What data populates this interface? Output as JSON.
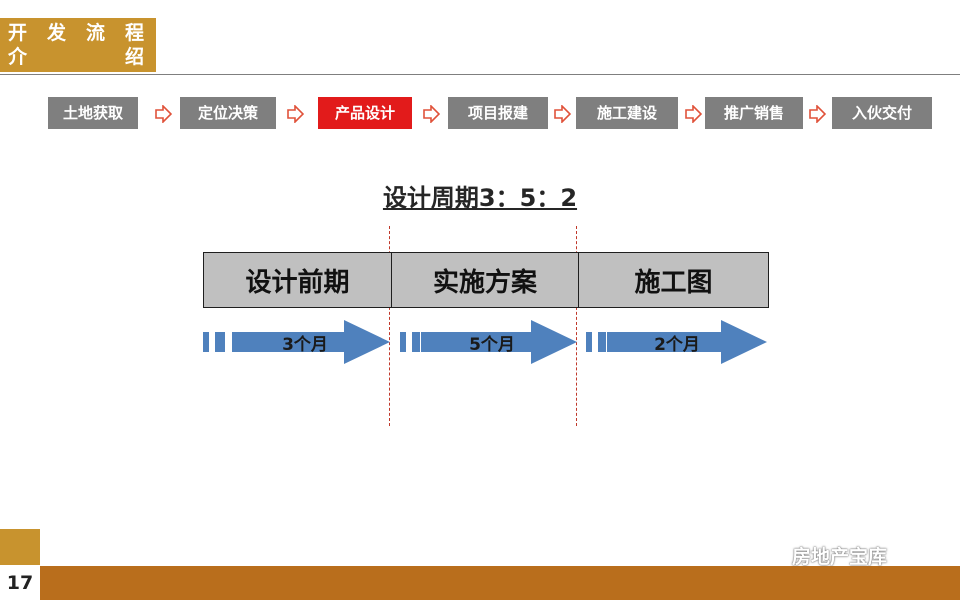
{
  "title": {
    "line1": [
      "开",
      "发",
      "流",
      "程"
    ],
    "line2": [
      "介",
      "绍"
    ]
  },
  "flow": {
    "steps": [
      {
        "label": "土地获取",
        "active": false
      },
      {
        "label": "定位决策",
        "active": false
      },
      {
        "label": "产品设计",
        "active": true
      },
      {
        "label": "项目报建",
        "active": false
      },
      {
        "label": "施工建设",
        "active": false
      },
      {
        "label": "推广销售",
        "active": false
      },
      {
        "label": "入伙交付",
        "active": false
      }
    ]
  },
  "cycle": {
    "title": "设计周期3：5：2",
    "phases": [
      {
        "name": "设计前期",
        "duration": "3个月"
      },
      {
        "name": "实施方案",
        "duration": "5个月"
      },
      {
        "name": "施工图",
        "duration": "2个月"
      }
    ]
  },
  "footer": {
    "page_number": "17",
    "watermark": "房地产宝库"
  },
  "colors": {
    "accent_gold": "#c8932e",
    "footer_brown": "#b96e1c",
    "step_gray": "#7f7f7f",
    "step_active_red": "#e21b1b",
    "arrow_blue": "#4f81bd",
    "phase_gray": "#c0c0c0",
    "flow_arrow_red": "#e0523a"
  }
}
